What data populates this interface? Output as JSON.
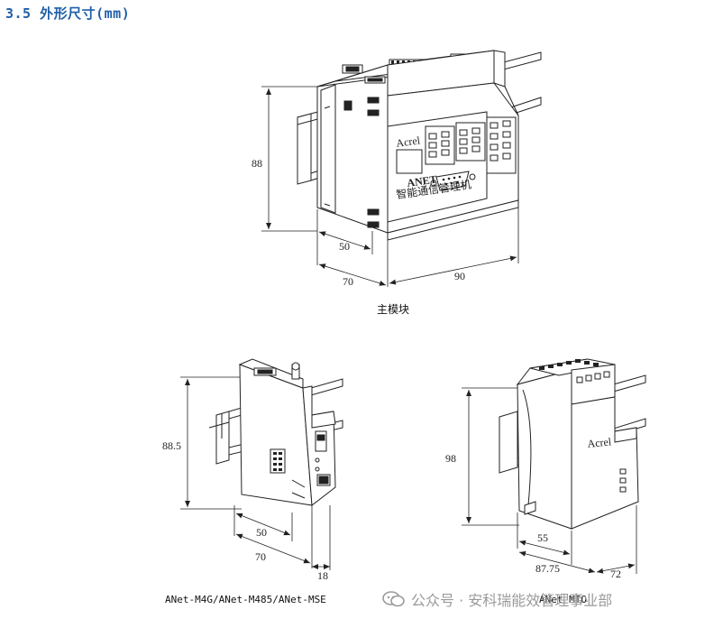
{
  "heading": "3.5 外形尺寸(mm)",
  "main_module": {
    "caption": "主模块",
    "dims": {
      "height": "88",
      "depth_small": "50",
      "depth": "70",
      "width": "90"
    },
    "front_text": {
      "brand": "Acrel",
      "title": "ANET",
      "subtitle": "智能通信管理机"
    }
  },
  "module_m4g": {
    "caption": "ANet-M4G/ANet-M485/ANet-MSE",
    "dims": {
      "height": "88.5",
      "depth_small": "50",
      "depth": "70",
      "width": "18"
    }
  },
  "module_mio": {
    "caption": "ANet-MIO",
    "dims": {
      "height": "98",
      "depth_small": "55",
      "depth": "87.75",
      "width": "72"
    },
    "front_text": {
      "brand": "Acrel"
    }
  },
  "watermark": "公众号 · 安科瑞能效管理事业部"
}
